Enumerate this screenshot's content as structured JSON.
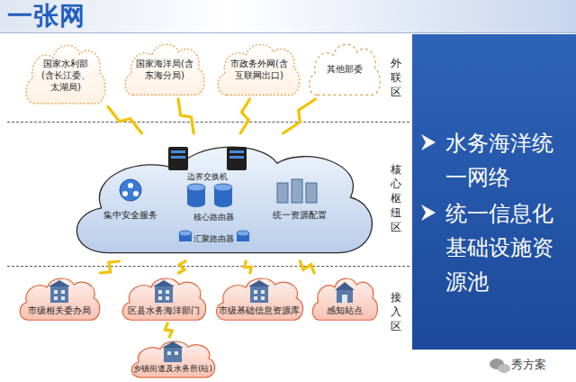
{
  "diagram": {
    "title": "一张网",
    "nodes": [
      {
        "text": [
          "外联区"
        ]
      },
      {
        "text": [
          "国家水利部(含长江委、太湖局)"
        ],
        "in": 0
      },
      {
        "text": [
          "国家海洋局(含东海分局)"
        ],
        "in": 0
      },
      {
        "text": [
          "市政务外网(含互联网出口)"
        ],
        "in": 0
      },
      {
        "text": [
          "其他部委"
        ],
        "in": 0
      },
      {
        "text": [
          "核心枢纽区"
        ]
      },
      {
        "text": [],
        "in": 5
      },
      {
        "text": [
          "边界交换机"
        ],
        "in": 6
      },
      {
        "text": [
          "集中安全服务"
        ],
        "in": 6
      },
      {
        "text": [
          "核心路由器"
        ],
        "in": 6
      },
      {
        "text": [
          "统一资源配置"
        ],
        "in": 6
      },
      {
        "text": [
          "汇聚路由器"
        ],
        "in": 6
      },
      {
        "text": [
          "接入区"
        ]
      },
      {
        "text": [
          "市级相关委办局"
        ],
        "in": 12
      },
      {
        "text": [
          "区县水务海洋部门"
        ],
        "in": 12
      },
      {
        "text": [
          "市级基础信息资源库"
        ],
        "in": 12
      },
      {
        "text": [
          "感知站点"
        ],
        "in": 12
      },
      {
        "text": [
          "乡镇街道及水务所(站)"
        ],
        "in": 12
      },
      {
        "text": [
          "水务海洋统一网络",
          "统一信息化基础设施资源池"
        ]
      }
    ],
    "edges": [
      {
        "from": 1,
        "to": 6,
        "arrow": "none"
      },
      {
        "from": 2,
        "to": 6,
        "arrow": "none"
      },
      {
        "from": 3,
        "to": 6,
        "arrow": "none"
      },
      {
        "from": 4,
        "to": 6,
        "arrow": "none"
      },
      {
        "from": 6,
        "to": 13,
        "arrow": "none"
      },
      {
        "from": 6,
        "to": 14,
        "arrow": "none"
      },
      {
        "from": 6,
        "to": 15,
        "arrow": "none"
      },
      {
        "from": 6,
        "to": 16,
        "arrow": "none"
      },
      {
        "from": 14,
        "to": 17,
        "arrow": "none"
      }
    ],
    "labels": [
      "秀方案"
    ]
  }
}
